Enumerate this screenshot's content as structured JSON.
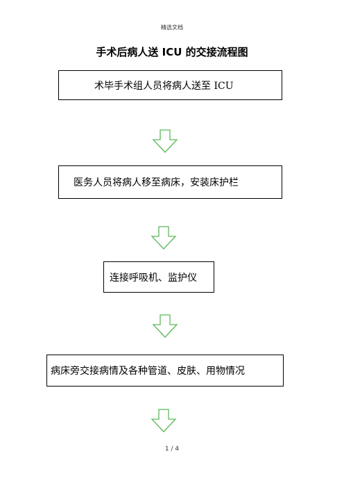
{
  "header": {
    "text": "精选文档"
  },
  "title": "手术后病人送 ICU 的交接流程图",
  "steps": [
    {
      "label": "术毕手术组人员将病人送至 ICU"
    },
    {
      "label": "医务人员将病人移至病床，安装床护栏"
    },
    {
      "label": "连接呼吸机、监护仪"
    },
    {
      "label": "病床旁交接病情及各种管道、皮肤、用物情况"
    }
  ],
  "arrow_color": "#5cb85c",
  "footer": {
    "page": "1 / 4"
  }
}
